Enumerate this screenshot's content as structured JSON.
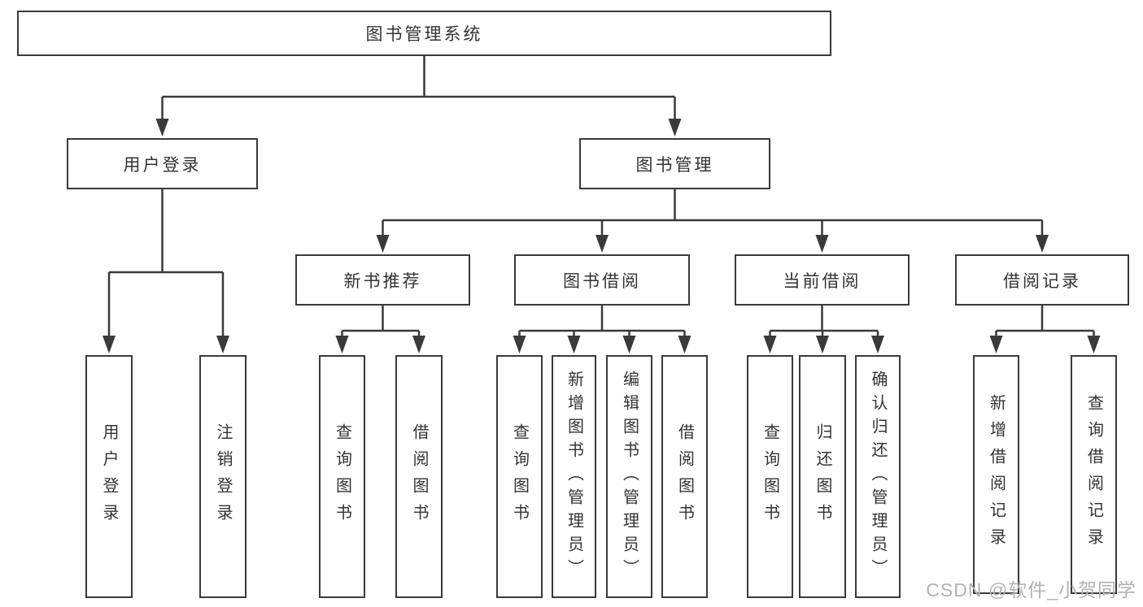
{
  "title": "图书管理系统",
  "tree": {
    "root": {
      "label": "图书管理系统",
      "children": [
        {
          "label": "用户登录",
          "children": [
            {
              "label": "用户登录"
            },
            {
              "label": "注销登录"
            }
          ]
        },
        {
          "label": "图书管理",
          "children": [
            {
              "label": "新书推荐",
              "children": [
                {
                  "label": "查询图书"
                },
                {
                  "label": "借阅图书"
                }
              ]
            },
            {
              "label": "图书借阅",
              "children": [
                {
                  "label": "查询图书"
                },
                {
                  "label": "新增图书（管理员）"
                },
                {
                  "label": "编辑图书（管理员）"
                },
                {
                  "label": "借阅图书"
                }
              ]
            },
            {
              "label": "当前借阅",
              "children": [
                {
                  "label": "查询图书"
                },
                {
                  "label": "归还图书"
                },
                {
                  "label": "确认归还（管理员）"
                }
              ]
            },
            {
              "label": "借阅记录",
              "children": [
                {
                  "label": "新增借阅记录"
                },
                {
                  "label": "查询借阅记录"
                }
              ]
            }
          ]
        }
      ]
    }
  },
  "watermark": {
    "text": "CSDN @软件_小贺同学"
  },
  "colors": {
    "line": "#3a3a3a",
    "box_border": "#3a3a3a",
    "text": "#333333",
    "watermark": "#b3b3b3",
    "background": "#ffffff"
  }
}
